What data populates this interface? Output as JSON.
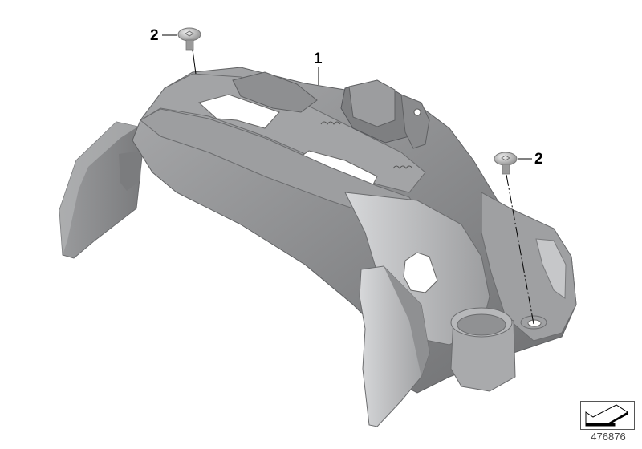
{
  "diagram": {
    "type": "exploded-parts-illustration",
    "background": "#ffffff",
    "part_color_base": "#8e8f91",
    "part_color_light": "#c9cacc",
    "part_color_dark": "#5f6062",
    "callouts": [
      {
        "id": "callout-1",
        "label": "1",
        "part": "main-bracket"
      },
      {
        "id": "callout-2-left",
        "label": "2",
        "part": "screw-left"
      },
      {
        "id": "callout-2-right",
        "label": "2",
        "part": "screw-right"
      }
    ],
    "reference": {
      "icon": "direction-arrow-icon",
      "number": "476876"
    }
  }
}
